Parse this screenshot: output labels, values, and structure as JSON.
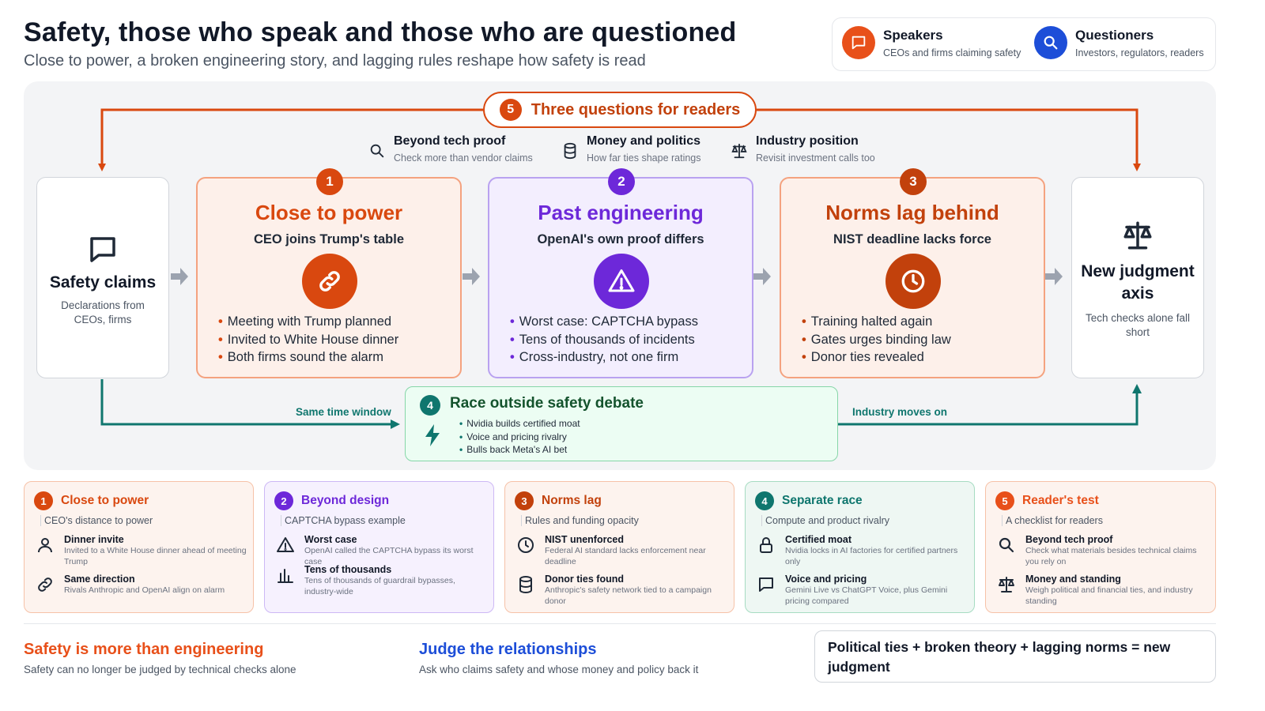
{
  "header": {
    "title": "Safety, those who speak and those who are questioned",
    "subtitle": "Close to power, a broken engineering story, and lagging rules reshape how safety is read"
  },
  "legend": {
    "speakers": {
      "title": "Speakers",
      "desc": "CEOs and firms claiming safety",
      "icon": "chat-bubble-icon",
      "color": "#e8501a"
    },
    "questioners": {
      "title": "Questioners",
      "desc": "Investors, regulators, readers",
      "icon": "search-icon",
      "color": "#1d4ed8"
    }
  },
  "questions": {
    "number": "5",
    "title": "Three questions for readers",
    "items": [
      {
        "title": "Beyond tech proof",
        "desc": "Check more than vendor claims",
        "icon": "search-icon"
      },
      {
        "title": "Money and politics",
        "desc": "How far ties shape ratings",
        "icon": "database-icon"
      },
      {
        "title": "Industry position",
        "desc": "Revisit investment calls too",
        "icon": "scale-icon"
      }
    ]
  },
  "start": {
    "title": "Safety claims",
    "desc": "Declarations from CEOs, firms",
    "icon": "chat-bubble-icon"
  },
  "end": {
    "title": "New judgment axis",
    "desc": "Tech checks alone fall short",
    "icon": "scale-icon"
  },
  "stages": [
    {
      "number": "1",
      "title": "Close to power",
      "subtitle": "CEO joins Trump's table",
      "icon": "link-icon",
      "color": "#d9480f",
      "bullets": [
        "Meeting with Trump planned",
        "Invited to White House dinner",
        "Both firms sound the alarm"
      ]
    },
    {
      "number": "2",
      "title": "Past engineering",
      "subtitle": "OpenAI's own proof differs",
      "icon": "warning-icon",
      "color": "#6d28d9",
      "bullets": [
        "Worst case: CAPTCHA bypass",
        "Tens of thousands of incidents",
        "Cross-industry, not one firm"
      ]
    },
    {
      "number": "3",
      "title": "Norms lag behind",
      "subtitle": "NIST deadline lacks force",
      "icon": "clock-icon",
      "color": "#c2410c",
      "bullets": [
        "Training halted again",
        "Gates urges binding law",
        "Donor ties revealed"
      ]
    }
  ],
  "race": {
    "number": "4",
    "title": "Race outside safety debate",
    "icon": "lightning-icon",
    "bullets": [
      "Nvidia builds certified moat",
      "Voice and pricing rivalry",
      "Bulls back Meta's AI bet"
    ],
    "left_label": "Same time window",
    "right_label": "Industry moves on"
  },
  "cards": [
    {
      "number": "1",
      "title": "Close to power",
      "subtitle": "CEO's distance to power",
      "color": "#d9480f",
      "items": [
        {
          "title": "Dinner invite",
          "desc": "Invited to a White House dinner ahead of meeting Trump",
          "icon": "person-icon"
        },
        {
          "title": "Same direction",
          "desc": "Rivals Anthropic and OpenAI align on alarm",
          "icon": "link-icon"
        }
      ]
    },
    {
      "number": "2",
      "title": "Beyond design",
      "subtitle": "CAPTCHA bypass example",
      "color": "#6d28d9",
      "items": [
        {
          "title": "Worst case",
          "desc": "OpenAI called the CAPTCHA bypass its worst case",
          "icon": "warning-icon"
        },
        {
          "title": "Tens of thousands",
          "desc": "Tens of thousands of guardrail bypasses, industry-wide",
          "icon": "bar-chart-icon"
        }
      ]
    },
    {
      "number": "3",
      "title": "Norms lag",
      "subtitle": "Rules and funding opacity",
      "color": "#c2410c",
      "items": [
        {
          "title": "NIST unenforced",
          "desc": "Federal AI standard lacks enforcement near deadline",
          "icon": "clock-icon"
        },
        {
          "title": "Donor ties found",
          "desc": "Anthropic's safety network tied to a campaign donor",
          "icon": "database-icon"
        }
      ]
    },
    {
      "number": "4",
      "title": "Separate race",
      "subtitle": "Compute and product rivalry",
      "color": "#0f766e",
      "items": [
        {
          "title": "Certified moat",
          "desc": "Nvidia locks in AI factories for certified partners only",
          "icon": "lock-icon"
        },
        {
          "title": "Voice and pricing",
          "desc": "Gemini Live vs ChatGPT Voice, plus Gemini pricing compared",
          "icon": "chat-bubble-icon"
        }
      ]
    },
    {
      "number": "5",
      "title": "Reader's test",
      "subtitle": "A checklist for readers",
      "color": "#e8501a",
      "items": [
        {
          "title": "Beyond tech proof",
          "desc": "Check what materials besides technical claims you rely on",
          "icon": "search-icon"
        },
        {
          "title": "Money and standing",
          "desc": "Weigh political and financial ties, and industry standing",
          "icon": "scale-icon"
        }
      ]
    }
  ],
  "footer": {
    "left": {
      "title": "Safety is more than engineering",
      "desc": "Safety can no longer be judged by technical checks alone",
      "color": "#e8501a"
    },
    "middle": {
      "title": "Judge the relationships",
      "desc": "Ask who claims safety and whose money and policy back it",
      "color": "#1d4ed8"
    },
    "equation": "Political ties + broken theory + lagging norms = new judgment"
  }
}
